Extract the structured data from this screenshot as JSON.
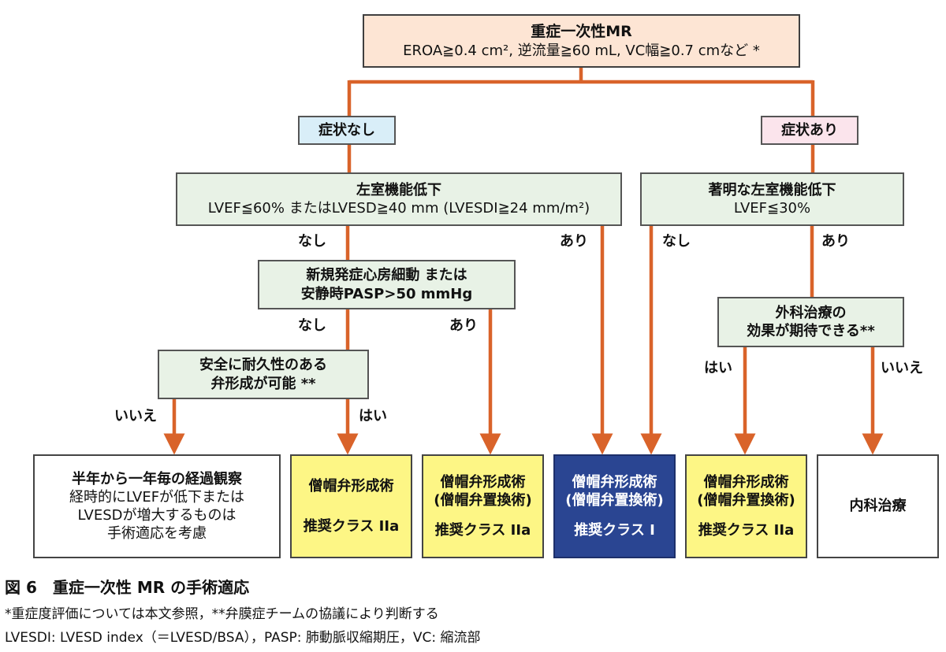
{
  "top_box": {
    "title": "重症一次性MR",
    "subtitle": "EROA≧0.4 cm², 逆流量≧60 mL, VC幅≧0.7 cmなど *"
  },
  "symptom_none": "症状なし",
  "symptom_present": "症状あり",
  "lv_dysfunction": {
    "title": "左室機能低下",
    "criteria": "LVEF≦60% またはLVESD≧40 mm (LVESDI≧24 mm/m²)"
  },
  "severe_lv_dysfunction": {
    "title": "著明な左室機能低下",
    "criteria": "LVEF≦30%"
  },
  "af_box": {
    "line1": "新規発症心房細動 または",
    "line2": "安静時PASP>50 mmHg"
  },
  "durable_repair_box": {
    "line1": "安全に耐久性のある",
    "line2": "弁形成が可能 **"
  },
  "surgery_effect_box": {
    "line1": "外科治療の",
    "line2": "効果が期待できる**"
  },
  "labels": {
    "lv_none": "なし",
    "lv_present": "あり",
    "af_none": "なし",
    "af_present": "あり",
    "repair_no": "いいえ",
    "repair_yes": "はい",
    "severe_none": "なし",
    "severe_present": "あり",
    "surgery_yes": "はい",
    "surgery_no": "いいえ"
  },
  "outcomes": {
    "observation": {
      "title": "半年から一年毎の経過観察",
      "line1": "経時的にLVEFが低下または",
      "line2": "LVESDが増大するものは",
      "line3": "手術適応を考慮"
    },
    "repair_2a": {
      "line1": "僧帽弁形成術",
      "class": "推奨クラス IIa"
    },
    "repair_replace_2a_left": {
      "line1": "僧帽弁形成術",
      "line2": "(僧帽弁置換術)",
      "class": "推奨クラス IIa"
    },
    "repair_replace_1": {
      "line1": "僧帽弁形成術",
      "line2": "(僧帽弁置換術)",
      "class": "推奨クラス I"
    },
    "repair_replace_2a_right": {
      "line1": "僧帽弁形成術",
      "line2": "(僧帽弁置換術)",
      "class": "推奨クラス IIa"
    },
    "medical": {
      "line1": "内科治療"
    }
  },
  "caption": {
    "title": "図 6　重症一次性 MR の手術適応",
    "note1": "*重症度評価については本文参照，**弁膜症チームの協議により判断する",
    "note2": "LVESDI: LVESD index（＝LVESD/BSA），PASP: 肺動脈収縮期圧，VC: 縮流部"
  },
  "colors": {
    "connector": "#d9632a",
    "top_fill": "#fde5d4",
    "decision_fill": "#e8f2e6",
    "tag_none_fill": "#d9eef8",
    "tag_present_fill": "#fbe4ec",
    "class2a_fill": "#fdf685",
    "class1_fill": "#2a4592"
  }
}
